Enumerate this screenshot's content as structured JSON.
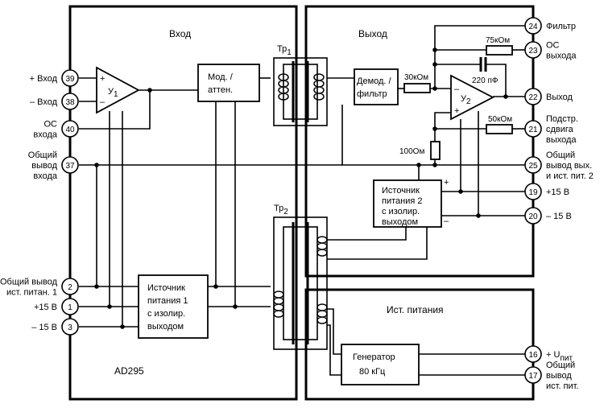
{
  "sections": {
    "input": "Вход",
    "output": "Выход",
    "power": "Ист. питания"
  },
  "chip": "AD295",
  "transformers": {
    "t1": "Тр",
    "t1_sub": "1",
    "t2": "Тр",
    "t2_sub": "2"
  },
  "amplifiers": {
    "a1": "У",
    "a1_sub": "1",
    "a1_plus": "+",
    "a1_minus": "–",
    "a2": "У",
    "a2_sub": "2",
    "a2_plus": "+",
    "a2_minus": "–"
  },
  "blocks": {
    "modulator": [
      "Мод. /",
      "аттен."
    ],
    "demod": [
      "Демод. /",
      "фильтр"
    ],
    "psu1": [
      "Источник",
      "питания 1",
      "с изолир.",
      "выходом"
    ],
    "psu2": [
      "Источник",
      "питания 2",
      "с изолир.",
      "выходом"
    ],
    "generator": [
      "Генератор",
      "80 кГц"
    ]
  },
  "components": {
    "r30": "30кОм",
    "r75": "75кОм",
    "c220": "220 пФ",
    "r50": "50кОм",
    "r100": "100Ом",
    "psu2_plus": "+",
    "psu2_minus": "–"
  },
  "pins": {
    "p39": {
      "num": "39",
      "label": [
        "+ Вход"
      ]
    },
    "p38": {
      "num": "38",
      "label": [
        "– Вход"
      ]
    },
    "p40": {
      "num": "40",
      "label": [
        "ОС",
        "входа"
      ]
    },
    "p37": {
      "num": "37",
      "label": [
        "Общий",
        "вывод",
        "входа"
      ]
    },
    "p2": {
      "num": "2",
      "label": [
        "Общий вывод",
        "ист. питан. 1"
      ]
    },
    "p1": {
      "num": "1",
      "label": [
        "+15 В"
      ]
    },
    "p3": {
      "num": "3",
      "label": [
        "– 15 В"
      ]
    },
    "p24": {
      "num": "24",
      "label": [
        "Фильтр"
      ]
    },
    "p23": {
      "num": "23",
      "label": [
        "ОС",
        "выхода"
      ]
    },
    "p22": {
      "num": "22",
      "label": [
        "Выход"
      ]
    },
    "p21": {
      "num": "21",
      "label": [
        "Подстр.",
        "сдвига",
        "выхода"
      ]
    },
    "p25": {
      "num": "25",
      "label": [
        "Общий",
        "вывод вых.",
        "и ист. пит. 2"
      ]
    },
    "p19": {
      "num": "19",
      "label": [
        "+15 В"
      ]
    },
    "p20": {
      "num": "20",
      "label": [
        "– 15 В"
      ]
    },
    "p16": {
      "num": "16",
      "label": [
        "+ U",
        "пит"
      ]
    },
    "p17": {
      "num": "17",
      "label": [
        "Общий",
        "вывод",
        "ист. пит."
      ]
    }
  }
}
